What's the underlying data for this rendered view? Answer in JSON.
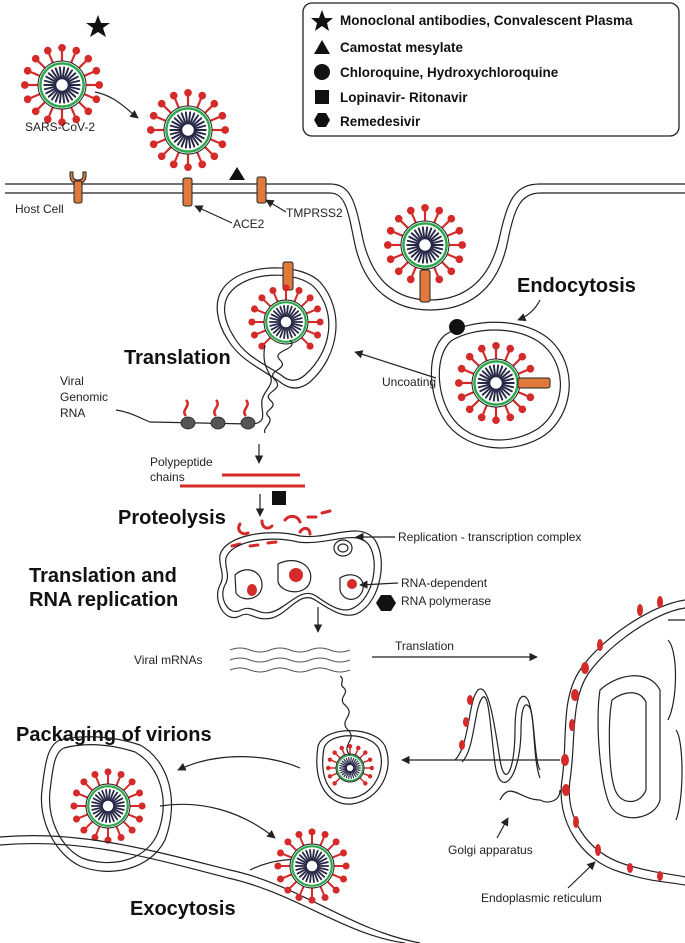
{
  "legend": {
    "items": [
      {
        "shape": "star",
        "text": "Monoclonal antibodies, Convalescent Plasma"
      },
      {
        "shape": "triangle",
        "text": "Camostat mesylate"
      },
      {
        "shape": "circle",
        "text": "Chloroquine, Hydroxychloroquine"
      },
      {
        "shape": "square",
        "text": "Lopinavir- Ritonavir"
      },
      {
        "shape": "hexagon",
        "text": "Remedesivir"
      }
    ]
  },
  "labels": {
    "virus": "SARS-CoV-2",
    "host_cell": "Host Cell",
    "ace2": "ACE2",
    "tmprss2": "TMPRSS2",
    "uncoating": "Uncoating",
    "viral_genomic_rna": [
      "Viral",
      "Genomic",
      "RNA"
    ],
    "polypeptide": [
      "Polypeptide",
      "chains"
    ],
    "rtc": "Replication - transcription complex",
    "rdrp": [
      "RNA-dependent",
      "RNA polymerase"
    ],
    "viral_mrnas": "Viral mRNAs",
    "translation_arrow": "Translation",
    "golgi": "Golgi apparatus",
    "er": "Endoplasmic reticulum"
  },
  "stages": {
    "endocytosis": "Endocytosis",
    "translation": "Translation",
    "proteolysis": "Proteolysis",
    "translation_rna": [
      "Translation and",
      "RNA replication"
    ],
    "packaging": "Packaging of virions",
    "exocytosis": "Exocytosis"
  },
  "colors": {
    "spike": "#d42a2a",
    "envelope": "#2aa84a",
    "nucleocapsid": "#262646",
    "receptor": "#e07a3c",
    "membrane": "#222222"
  }
}
